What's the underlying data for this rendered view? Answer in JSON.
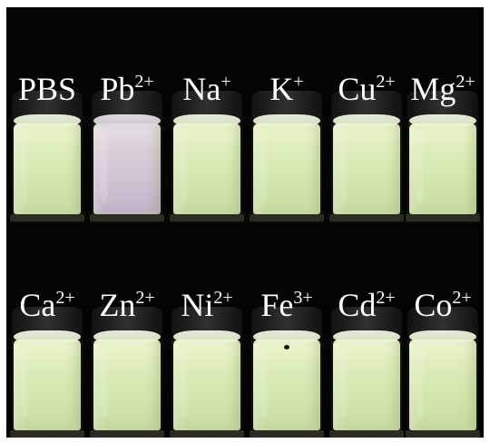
{
  "rows": [
    [
      {
        "symbol": "PBS",
        "charge": ""
      },
      {
        "symbol": "Pb",
        "charge": "2+"
      },
      {
        "symbol": "Na",
        "charge": "+"
      },
      {
        "symbol": "K",
        "charge": "+"
      },
      {
        "symbol": "Cu",
        "charge": "2+"
      },
      {
        "symbol": "Mg",
        "charge": "2+"
      }
    ],
    [
      {
        "symbol": "Ca",
        "charge": "2+"
      },
      {
        "symbol": "Zn",
        "charge": "2+"
      },
      {
        "symbol": "Ni",
        "charge": "2+"
      },
      {
        "symbol": "Fe",
        "charge": "3+"
      },
      {
        "symbol": "Cd",
        "charge": "2+"
      },
      {
        "symbol": "Co",
        "charge": "2+"
      }
    ]
  ],
  "colors": {
    "background": "#040404",
    "solution": "#d8eab4",
    "lead_solution": "#d6cad6",
    "label": "#ffffff"
  }
}
